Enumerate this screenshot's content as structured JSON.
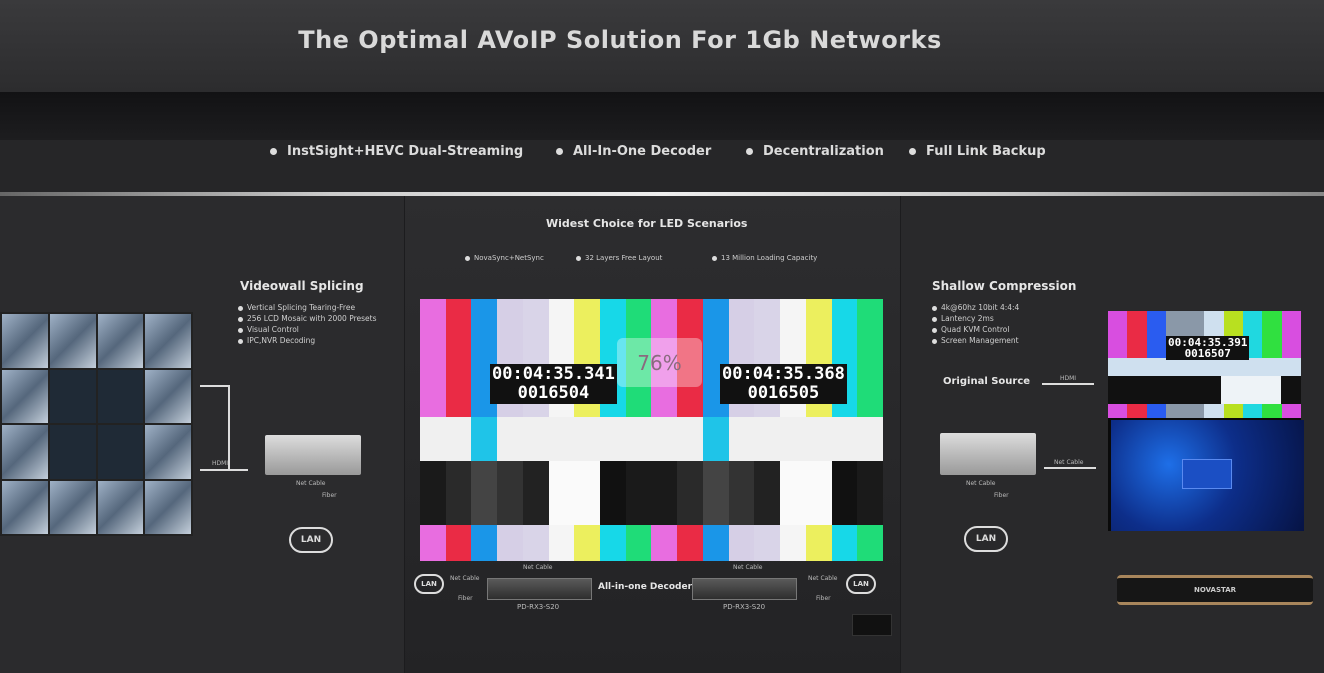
{
  "banner": {
    "title": "The Optimal AVoIP Solution For 1Gb Networks"
  },
  "features": [
    "InstSight+HEVC Dual-Streaming",
    "All-In-One Decoder",
    "Decentralization",
    "Full Link Backup"
  ],
  "center": {
    "title": "Widest Choice for LED Scenarios",
    "bullets": [
      "NovaSync+NetSync",
      "32 Layers Free Layout",
      "13 Million Loading Capacity"
    ],
    "timecode_left": "00:04:35.341",
    "frame_left": "0016504",
    "timecode_right": "00:04:35.368",
    "frame_right": "0016505",
    "decoder_label": "All-in-one Decoder",
    "model_left": "PD-RX3-S20",
    "model_right": "PD-RX3-S20",
    "net_cable": "Net Cable",
    "fiber": "Fiber",
    "lan": "LAN"
  },
  "left": {
    "title": "Videowall Splicing",
    "bullets": [
      "Vertical Splicing Tearing-Free",
      "256 LCD Mosaic with 2000 Presets",
      "Visual Control",
      "IPC,NVR Decoding"
    ],
    "hdmi": "HDMI",
    "net_cable": "Net Cable",
    "fiber": "Fiber",
    "lan": "LAN"
  },
  "right": {
    "title": "Shallow Compression",
    "bullets": [
      "4k@60hz 10bit 4:4:4",
      "Lantency 2ms",
      "Quad KVM Control",
      "Screen Management"
    ],
    "original_source": "Original Source",
    "hdmi": "HDMI",
    "net_cable": "Net Cable",
    "fiber": "Fiber",
    "lan": "LAN",
    "timecode": "00:04:35.391",
    "frame": "0016507",
    "brand": "NOVASTAR"
  },
  "viewer": {
    "zoom_level": "76%"
  },
  "colors": {
    "bars": [
      "#e86de0",
      "#ea2b45",
      "#1a96e8",
      "#d6cfe6",
      "#d9d4e8",
      "#f5f5f5",
      "#ecef5e",
      "#17d8e8",
      "#1fdc78"
    ]
  }
}
